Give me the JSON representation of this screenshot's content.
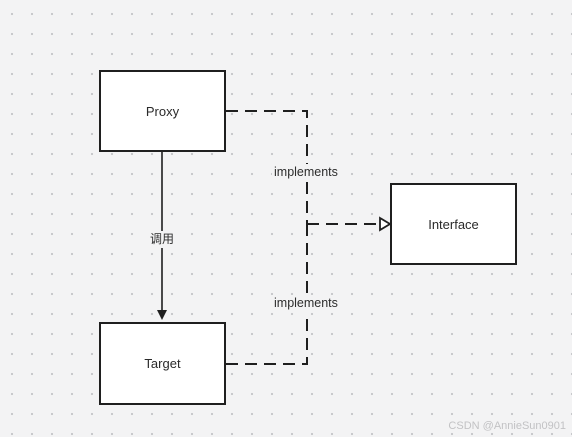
{
  "nodes": {
    "proxy": "Proxy",
    "target": "Target",
    "interface": "Interface"
  },
  "edges": {
    "proxy_to_target": "调用",
    "proxy_impl": "implements",
    "target_impl": "implements"
  },
  "watermark": "CSDN @AnnieSun0901"
}
